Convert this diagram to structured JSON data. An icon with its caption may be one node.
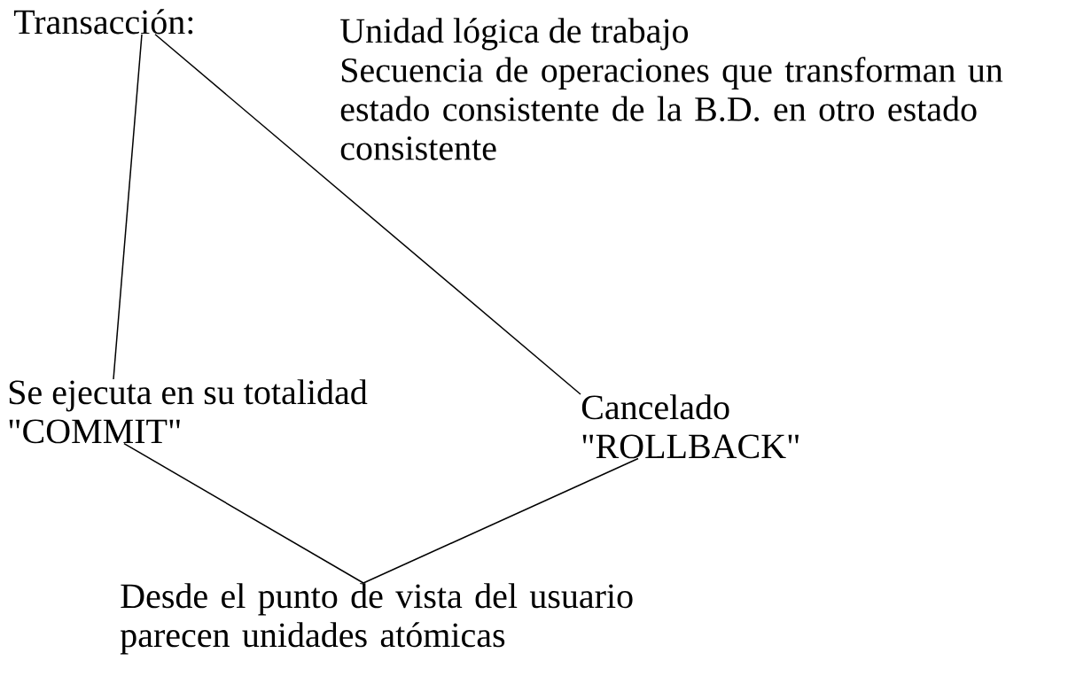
{
  "diagram": {
    "nodes": [
      {
        "text": [
          "Transacción:"
        ]
      },
      {
        "text": [
          "Se ejecuta en su totalidad",
          "\"COMMIT\""
        ]
      },
      {
        "text": [
          "Cancelado",
          "\"ROLLBACK\""
        ]
      },
      {
        "text": [
          "Desde el punto de vista del usuario parecen unidades atómicas"
        ]
      }
    ],
    "edges": [
      {
        "from": 0,
        "to": 1,
        "arrow": "none"
      },
      {
        "from": 0,
        "to": 2,
        "arrow": "none"
      },
      {
        "from": 1,
        "to": 3,
        "arrow": "none"
      },
      {
        "from": 2,
        "to": 3,
        "arrow": "none"
      }
    ],
    "labels": [
      "Unidad lógica de trabajo",
      "Secuencia de operaciones que transforman un estado consistente de la B.D. en otro estado consistente"
    ]
  }
}
